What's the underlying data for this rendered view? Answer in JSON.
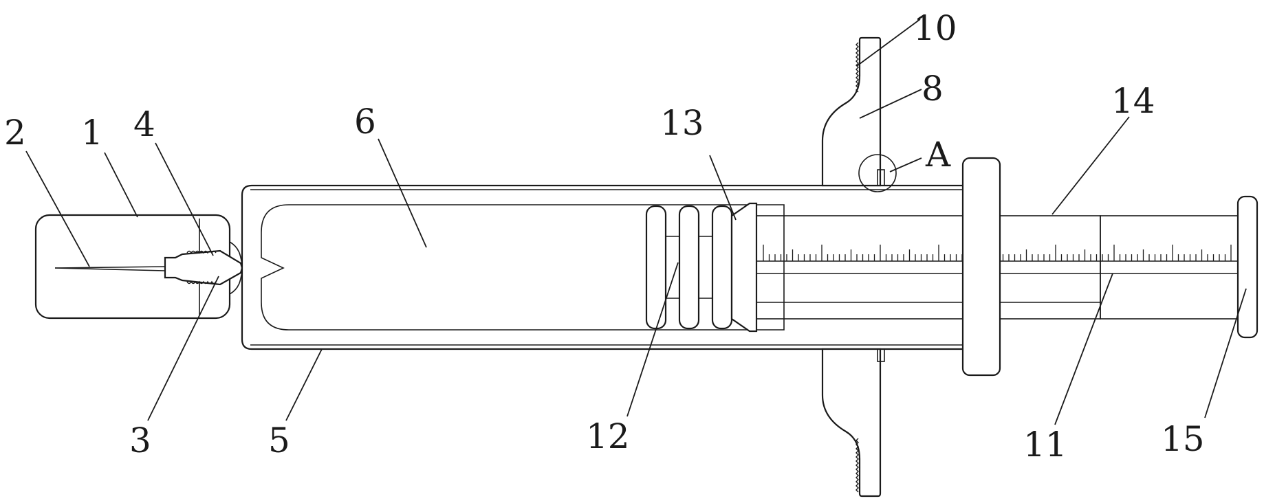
{
  "labels": {
    "l1": "1",
    "l2": "2",
    "l3": "3",
    "l4": "4",
    "l5": "5",
    "l6": "6",
    "l8": "8",
    "l10": "10",
    "l11": "11",
    "l12": "12",
    "l13": "13",
    "l14": "14",
    "l15": "15",
    "lA": "A"
  },
  "colors": {
    "ink": "#1a1a1a",
    "background": "#ffffff"
  }
}
